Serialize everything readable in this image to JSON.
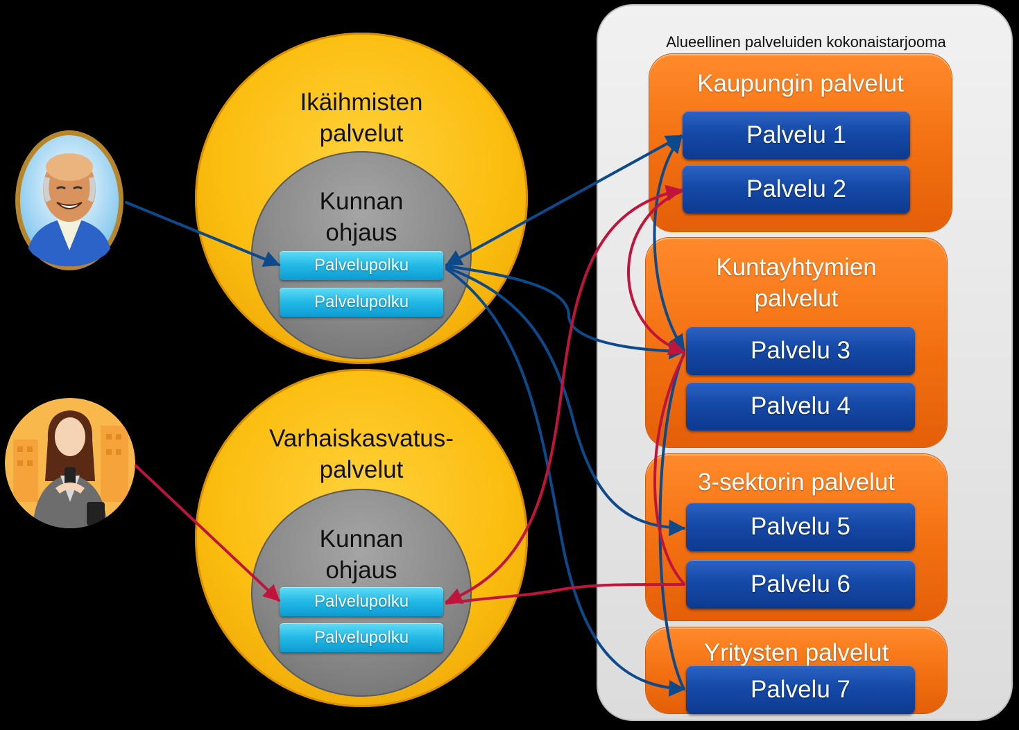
{
  "region": {
    "title": "Alueellinen palveluiden kokonaistarjooma",
    "groups": [
      {
        "title": "Kaupungin palvelut",
        "services": [
          "Palvelu 1",
          "Palvelu 2"
        ]
      },
      {
        "title": "Kuntayhtymien palvelut",
        "services": [
          "Palvelu 3",
          "Palvelu 4"
        ]
      },
      {
        "title": "3-sektorin palvelut",
        "services": [
          "Palvelu 5",
          "Palvelu 6"
        ]
      },
      {
        "title": "Yritysten palvelut",
        "services": [
          "Palvelu 7"
        ]
      }
    ]
  },
  "clusters": [
    {
      "title": "Ikäihmisten palvelut",
      "inner_title": "Kunnan ohjaus",
      "paths": [
        "Palvelupolku",
        "Palvelupolku"
      ]
    },
    {
      "title": "Varhaiskasvatus-palvelut",
      "inner_title": "Kunnan ohjaus",
      "paths": [
        "Palvelupolku",
        "Palvelupolku"
      ]
    }
  ],
  "avatars": [
    {
      "icon": "elderly-man-icon",
      "link_color": "#0c4a8c"
    },
    {
      "icon": "businesswoman-icon",
      "link_color": "#c0143c"
    }
  ],
  "colors": {
    "background": "#000000",
    "group_orange": "#f26f10",
    "service_blue": "#1549a8",
    "path_cyan": "#22b8e6",
    "circle_yellow": "#fbbd10",
    "circle_grey": "#8c8c8c",
    "link_blue": "#0c4a8c",
    "link_red": "#c0143c"
  }
}
